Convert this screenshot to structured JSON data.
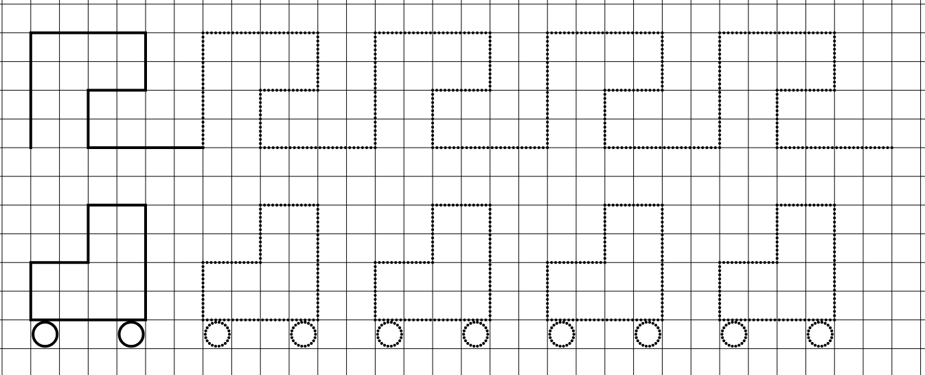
{
  "worksheet": {
    "type": "grid-tracing-exercise",
    "colors": {
      "background": "#ffffff",
      "grid": "#000000",
      "ink": "#000000"
    },
    "rows": [
      {
        "name": "meander-row",
        "example_count": 1,
        "trace_count": 4,
        "example_style": "solid",
        "trace_style": "dotted"
      },
      {
        "name": "wagon-row",
        "example_count": 1,
        "trace_count": 4,
        "example_style": "solid",
        "trace_style": "dotted"
      }
    ]
  }
}
